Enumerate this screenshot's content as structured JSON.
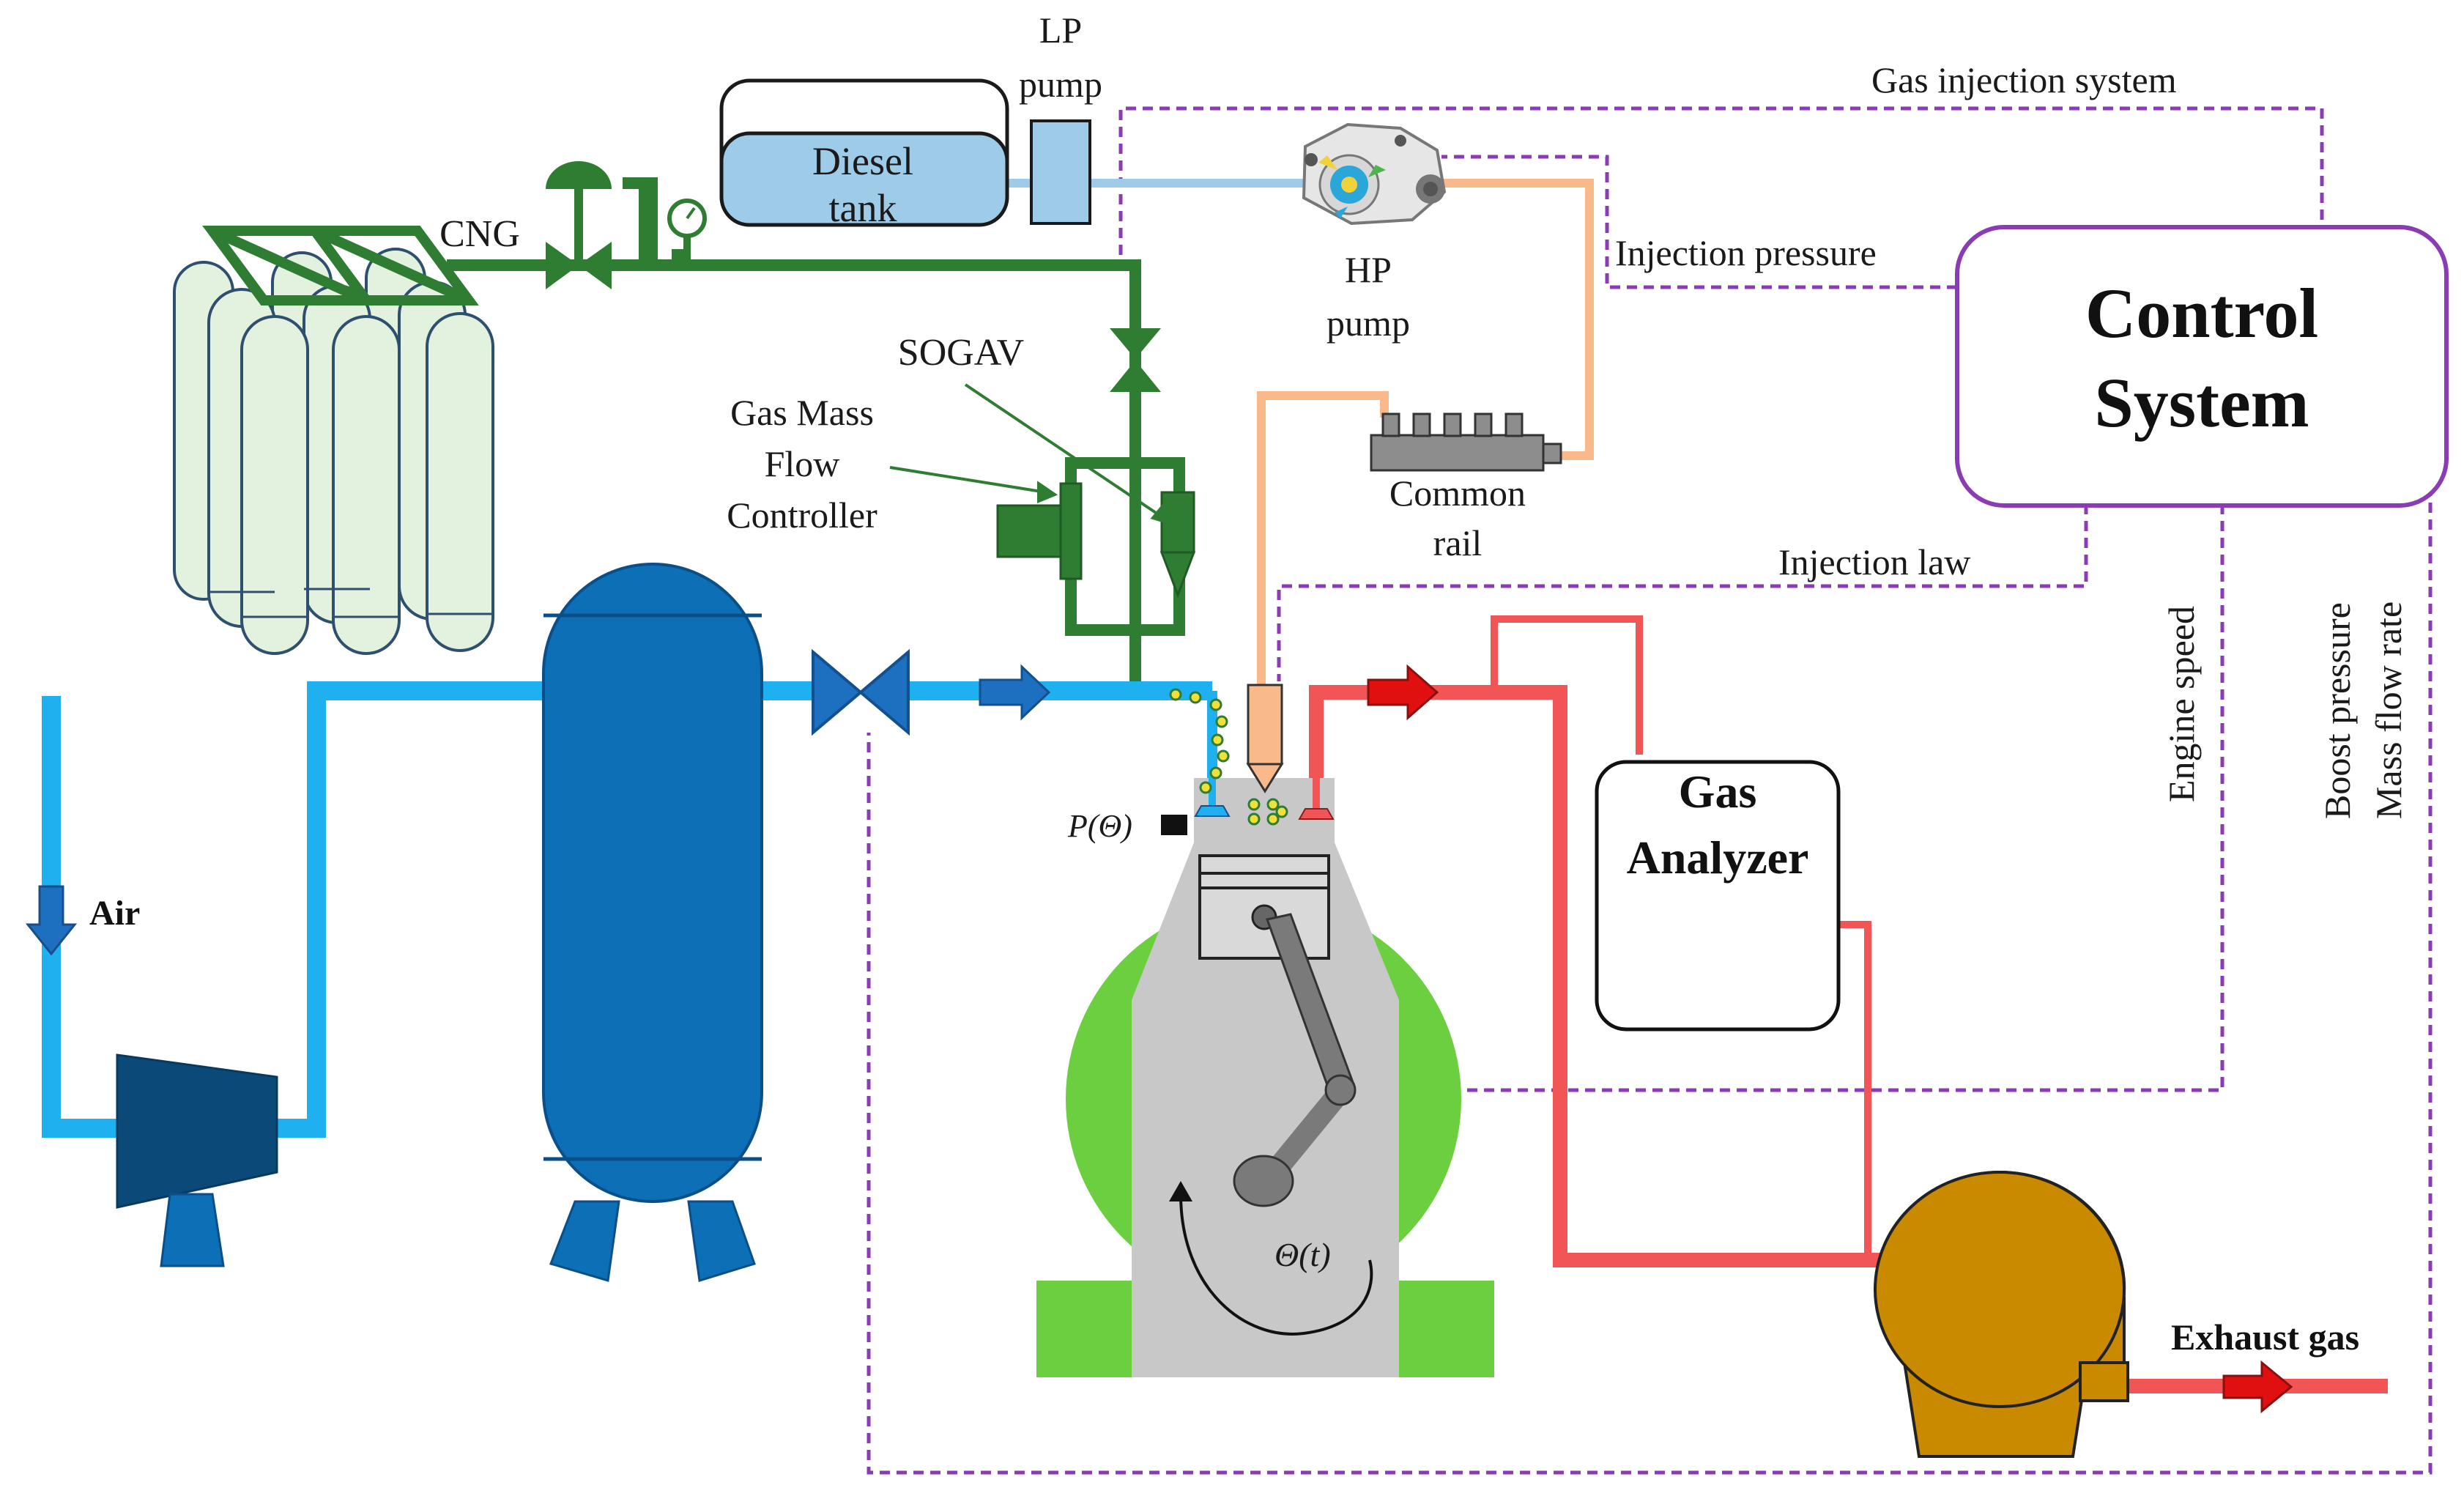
{
  "labels": {
    "lp_pump_line1": "LP",
    "lp_pump_line2": "pump",
    "diesel_tank_line1": "Diesel",
    "diesel_tank_line2": "tank",
    "cng": "CNG",
    "hp_pump_line1": "HP",
    "hp_pump_line2": "pump",
    "sogav": "SOGAV",
    "gas_mass_flow_line1": "Gas Mass",
    "gas_mass_flow_line2": "Flow",
    "gas_mass_flow_line3": "Controller",
    "common_rail_line1": "Common",
    "common_rail_line2": "rail",
    "air": "Air",
    "pressure_sensor": "P(Θ)",
    "crank_angle": "Θ(t)",
    "gas_analyzer_line1": "Gas",
    "gas_analyzer_line2": "Analyzer",
    "control_system_line1": "Control",
    "control_system_line2": "System",
    "exhaust_gas": "Exhaust gas"
  },
  "signals": {
    "gas_injection_system": "Gas injection system",
    "injection_pressure": "Injection pressure",
    "injection_law": "Injection law",
    "engine_speed": "Engine speed",
    "boost_pressure": "Boost pressure",
    "mass_flow_rate": "Mass flow rate"
  },
  "colors": {
    "air_line": "#1fb0ef",
    "gas_line": "#2e7d32",
    "diesel_low_pressure": "#9dcbe8",
    "diesel_high_pressure": "#f9b98a",
    "exhaust_line": "#f25555",
    "signal_line": "#8a3cb4",
    "vessel": "#0d6fb5",
    "engine_block": "#c8c8c8",
    "flywheel": "#6bcf3f",
    "turbine": "#c98a00",
    "cng_cylinder": "#e3f2df"
  }
}
